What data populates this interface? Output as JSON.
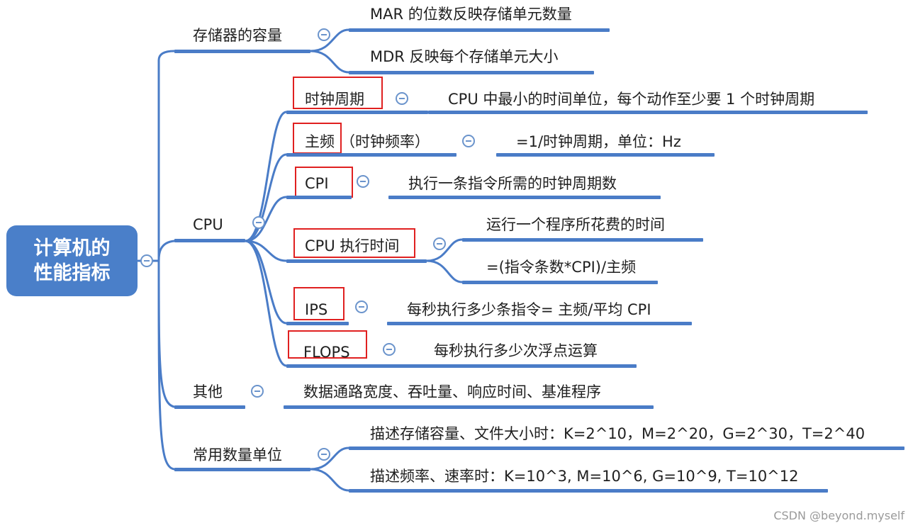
{
  "root": {
    "line1": "计算机的",
    "line2": "性能指标"
  },
  "branches": {
    "storage": {
      "title": "存储器的容量",
      "items": [
        "MAR 的位数反映存储单元数量",
        "MDR 反映每个存储单元大小"
      ]
    },
    "cpu": {
      "title": "CPU",
      "items": [
        {
          "label": "时钟周期",
          "detail": "CPU 中最小的时间单位，每个动作至少要 1 个时钟周期"
        },
        {
          "label": "主频",
          "suffix": "（时钟频率）",
          "detail": "=1/时钟周期，单位：Hz"
        },
        {
          "label": "CPI",
          "detail": "执行一条指令所需的时钟周期数"
        },
        {
          "label": "CPU 执行时间",
          "details": [
            "运行一个程序所花费的时间",
            "=(指令条数*CPI)/主频"
          ]
        },
        {
          "label": "IPS",
          "detail": "每秒执行多少条指令= 主频/平均 CPI"
        },
        {
          "label": "FLOPS",
          "detail": "每秒执行多少次浮点运算"
        }
      ]
    },
    "other": {
      "title": "其他",
      "detail": "数据通路宽度、吞吐量、响应时间、基准程序"
    },
    "units": {
      "title": "常用数量单位",
      "items": [
        "描述存储容量、文件大小时：K=2^10，M=2^20，G=2^30，T=2^40",
        "描述频率、速率时：K=10^3, M=10^6, G=10^9, T=10^12"
      ]
    }
  },
  "colors": {
    "line": "#4a7cc7",
    "root": "#4a7fc9",
    "highlight": "#e02020"
  },
  "watermark": "CSDN @beyond.myself"
}
